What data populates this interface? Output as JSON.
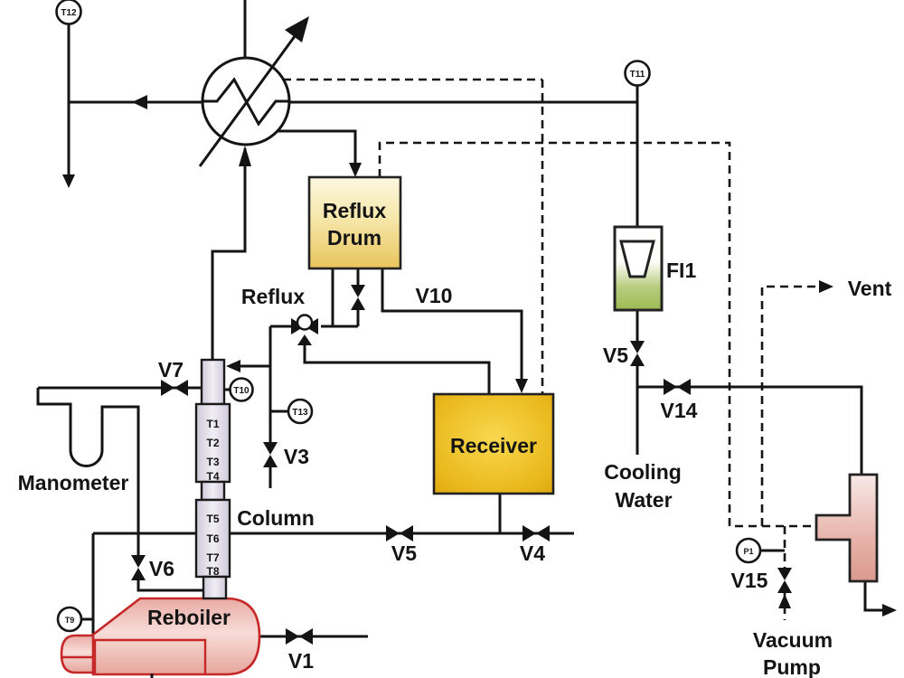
{
  "diagram": {
    "equipment": {
      "reflux_drum": {
        "line1": "Reflux",
        "line2": "Drum"
      },
      "receiver": "Receiver",
      "reboiler": "Reboiler",
      "column": "Column",
      "manometer": "Manometer",
      "flow_indicator": "FI1",
      "vent": "Vent",
      "reflux_line": "Reflux",
      "cooling_water": {
        "line1": "Cooling",
        "line2": "Water"
      },
      "vacuum_pump": {
        "line1": "Vacuum",
        "line2": "Pump"
      }
    },
    "valves": {
      "v1": "V1",
      "v3": "V3",
      "v4": "V4",
      "v5_bottom": "V5",
      "v5_cooling": "V5",
      "v6": "V6",
      "v7": "V7",
      "v10": "V10",
      "v14": "V14",
      "v15": "V15"
    },
    "instruments": {
      "t9": "T9",
      "t10": "T10",
      "t11": "T11",
      "t12": "T12",
      "t13": "T13",
      "p1": "P1"
    },
    "column_sensors": {
      "top": [
        "T1",
        "T2",
        "T3",
        "T4"
      ],
      "bottom": [
        "T5",
        "T6",
        "T7",
        "T8"
      ]
    },
    "colors": {
      "line": "#141414",
      "reboiler_outline": "#c62828",
      "drum_fill_top": "#fbf5dc",
      "drum_fill_bottom": "#ecc963",
      "receiver_fill": "#e9b51c",
      "receiver_text": "#5b2a00",
      "column_fill": "#e4dfeb",
      "rotameter_green": "#9cba52",
      "pump_fill": "#e5b0a7"
    }
  }
}
